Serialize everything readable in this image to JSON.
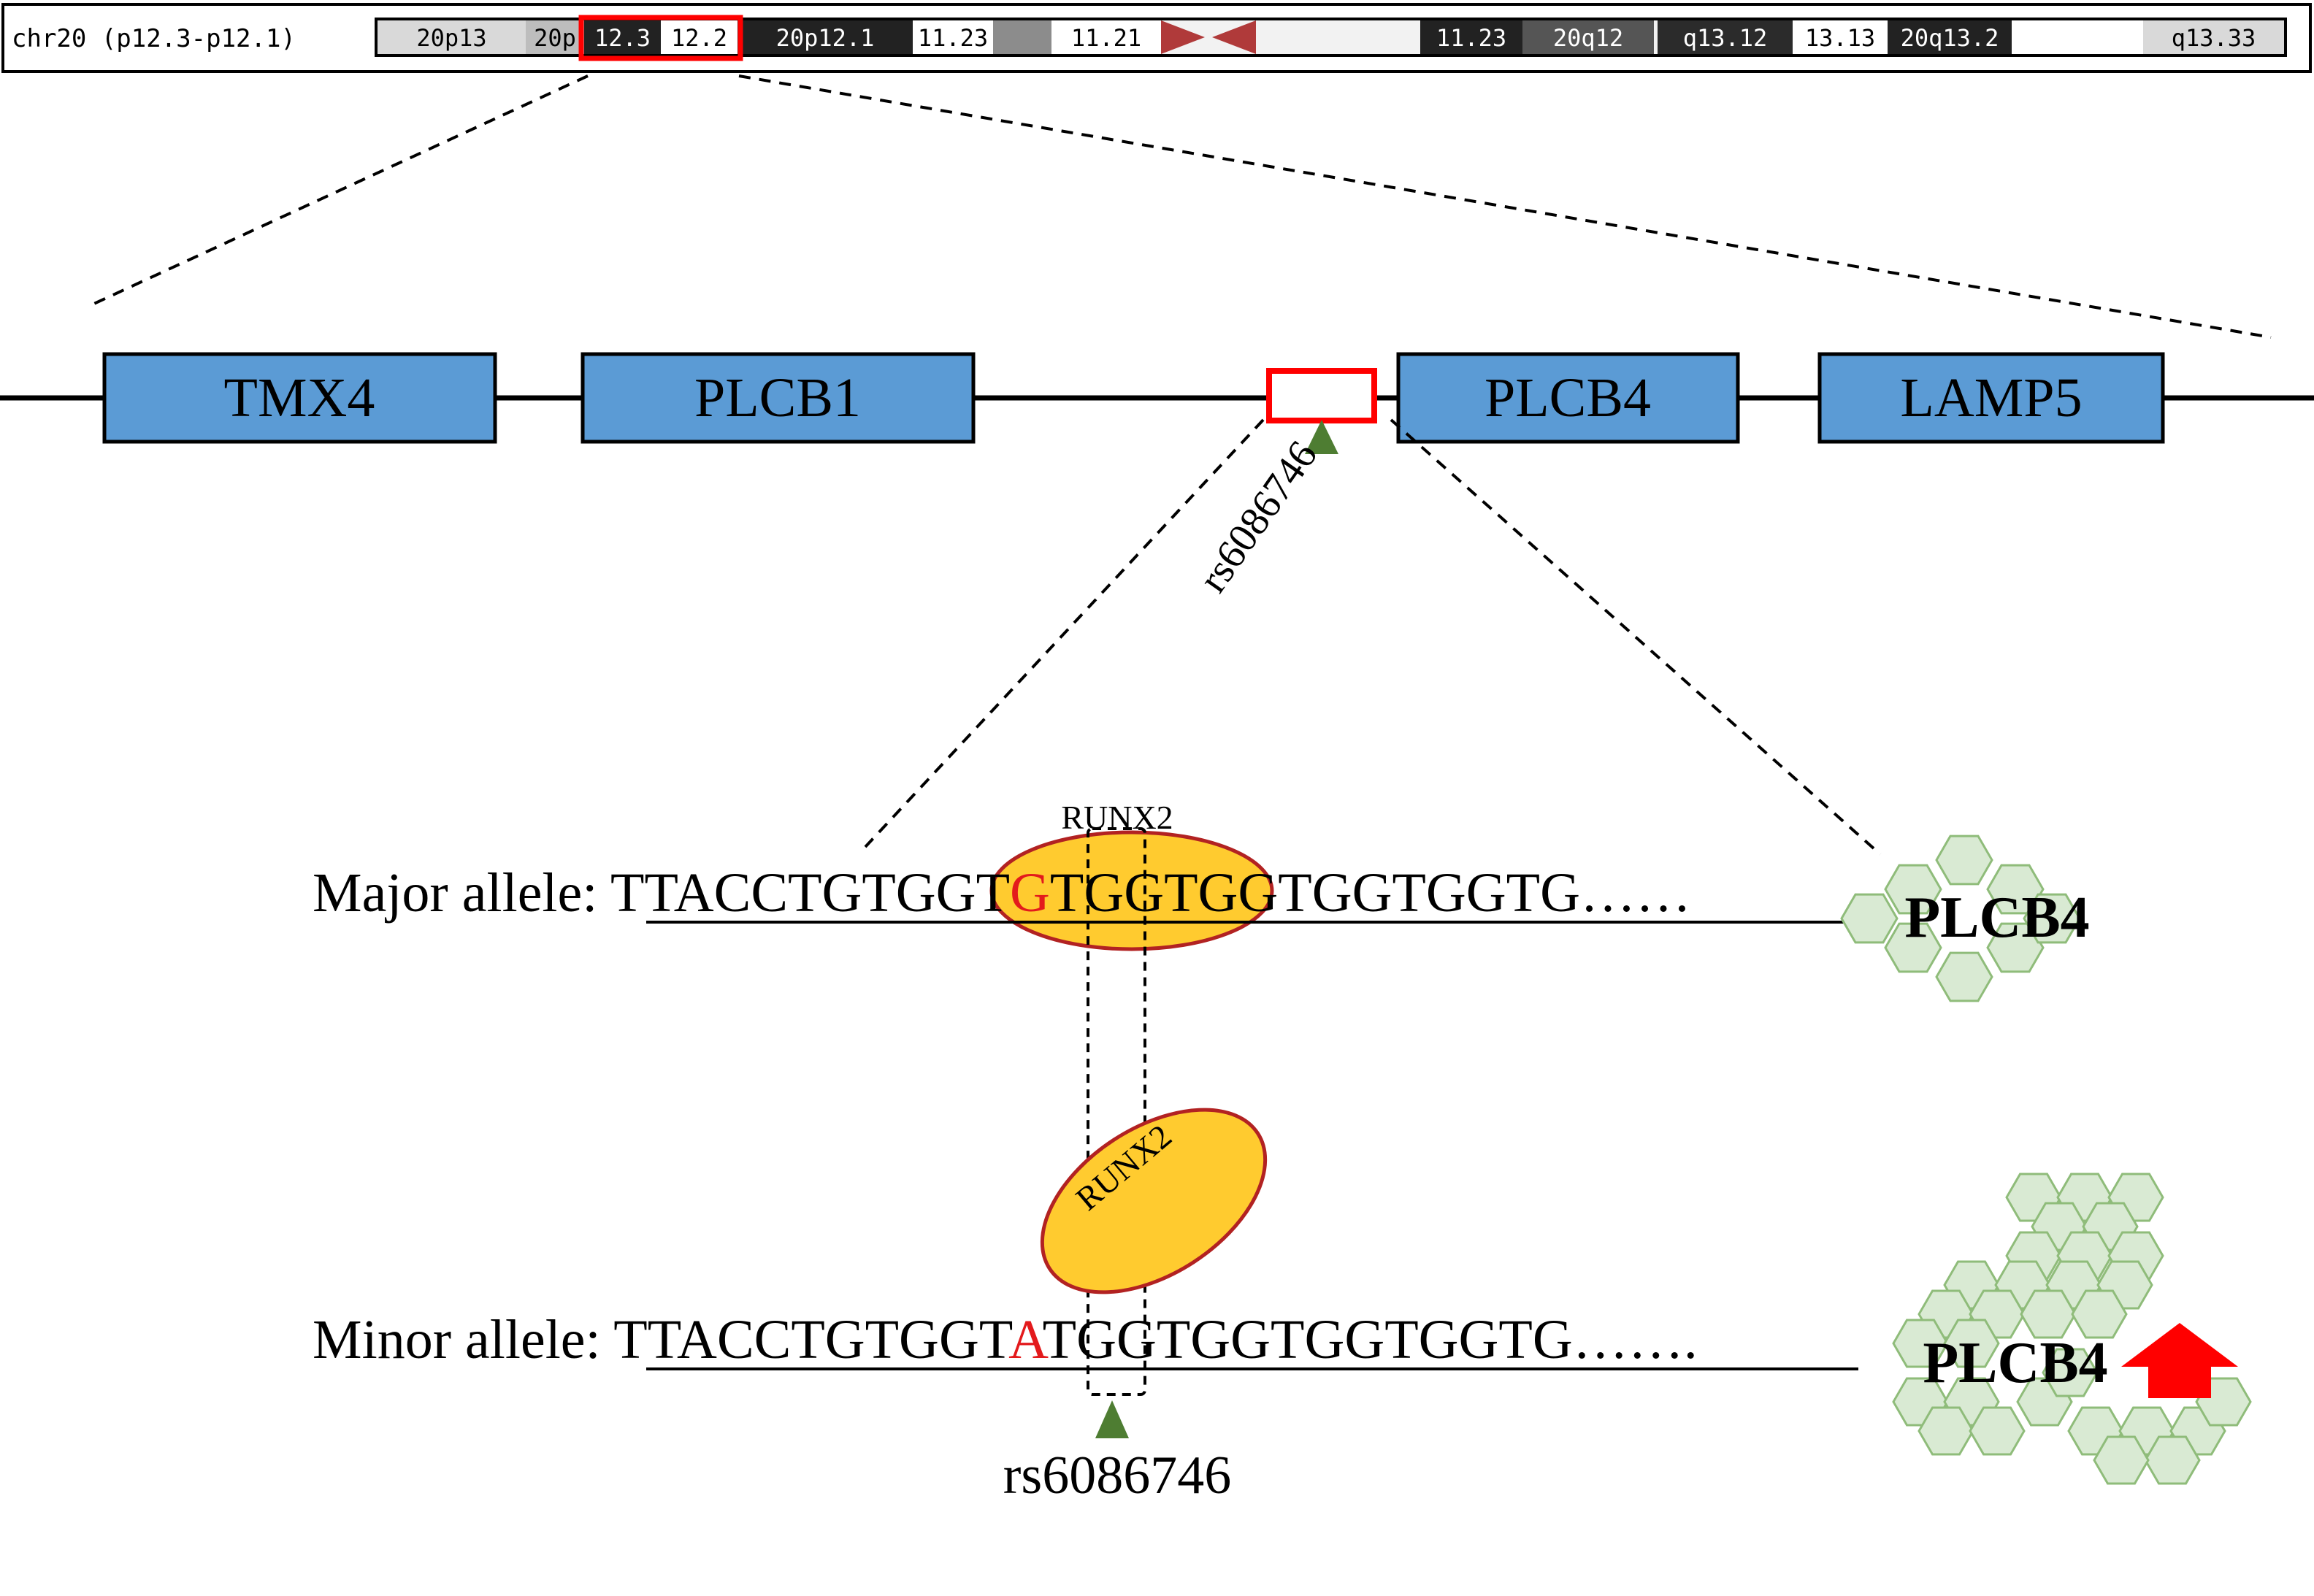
{
  "chromosome": {
    "label": "chr20 (p12.3-p12.1)",
    "bands": [
      {
        "label": "20p13",
        "fill": "#d9d9d9",
        "text": "#000000"
      },
      {
        "label": "20p",
        "fill": "#bdbdbd",
        "text": "#000000"
      },
      {
        "label": "12.3",
        "fill": "#222222",
        "text": "#ffffff"
      },
      {
        "label": "12.2",
        "fill": "#ffffff",
        "text": "#000000"
      },
      {
        "label": "20p12.1",
        "fill": "#222222",
        "text": "#ffffff"
      },
      {
        "label": "11.23",
        "fill": "#ffffff",
        "text": "#000000"
      },
      {
        "label": "",
        "fill": "#8c8c8c",
        "text": "#000000"
      },
      {
        "label": "11.21",
        "fill": "#ffffff",
        "text": "#000000"
      },
      {
        "label": "",
        "fill": "#f2f2f2",
        "text": "#000000"
      },
      {
        "label": "11.23",
        "fill": "#222222",
        "text": "#ffffff"
      },
      {
        "label": "20q12",
        "fill": "#555555",
        "text": "#ffffff"
      },
      {
        "label": "",
        "fill": "#f2f2f2",
        "text": "#000000"
      },
      {
        "label": "q13.12",
        "fill": "#2b2b2b",
        "text": "#ffffff"
      },
      {
        "label": "13.13",
        "fill": "#ffffff",
        "text": "#000000"
      },
      {
        "label": "20q13.2",
        "fill": "#222222",
        "text": "#ffffff"
      },
      {
        "label": "",
        "fill": "#ffffff",
        "text": "#000000"
      },
      {
        "label": "q13.33",
        "fill": "#d9d9d9",
        "text": "#000000"
      }
    ],
    "centromere_color": "#b03a3a",
    "highlight_color": "#ff0000"
  },
  "genes": [
    {
      "name": "TMX4"
    },
    {
      "name": "PLCB1"
    },
    {
      "name": "PLCB4"
    },
    {
      "name": "LAMP5"
    }
  ],
  "gene_fill": "#5b9bd5",
  "snp": {
    "id": "rs6086746",
    "marker_color": "#4e7d32"
  },
  "factor": {
    "name": "RUNX2",
    "fill": "#ffcb2f",
    "stroke": "#b22222"
  },
  "alleles": {
    "major": {
      "label": "Major allele: ",
      "prefix": "TTACCTGTGGT",
      "variant": "G",
      "suffix": "TGGTGGTGGTGGTG……"
    },
    "minor": {
      "label": "Minor allele: ",
      "prefix": "TTACCTGTGGT",
      "variant": "A",
      "suffix": "TGGTGGTGGTGGTG……."
    }
  },
  "variant_color": "#e31a1c",
  "expression": {
    "gene": "PLCB4",
    "hex_fill": "#d9ead3",
    "hex_stroke": "#8fbc7a",
    "up_arrow_color": "#ff0000"
  }
}
